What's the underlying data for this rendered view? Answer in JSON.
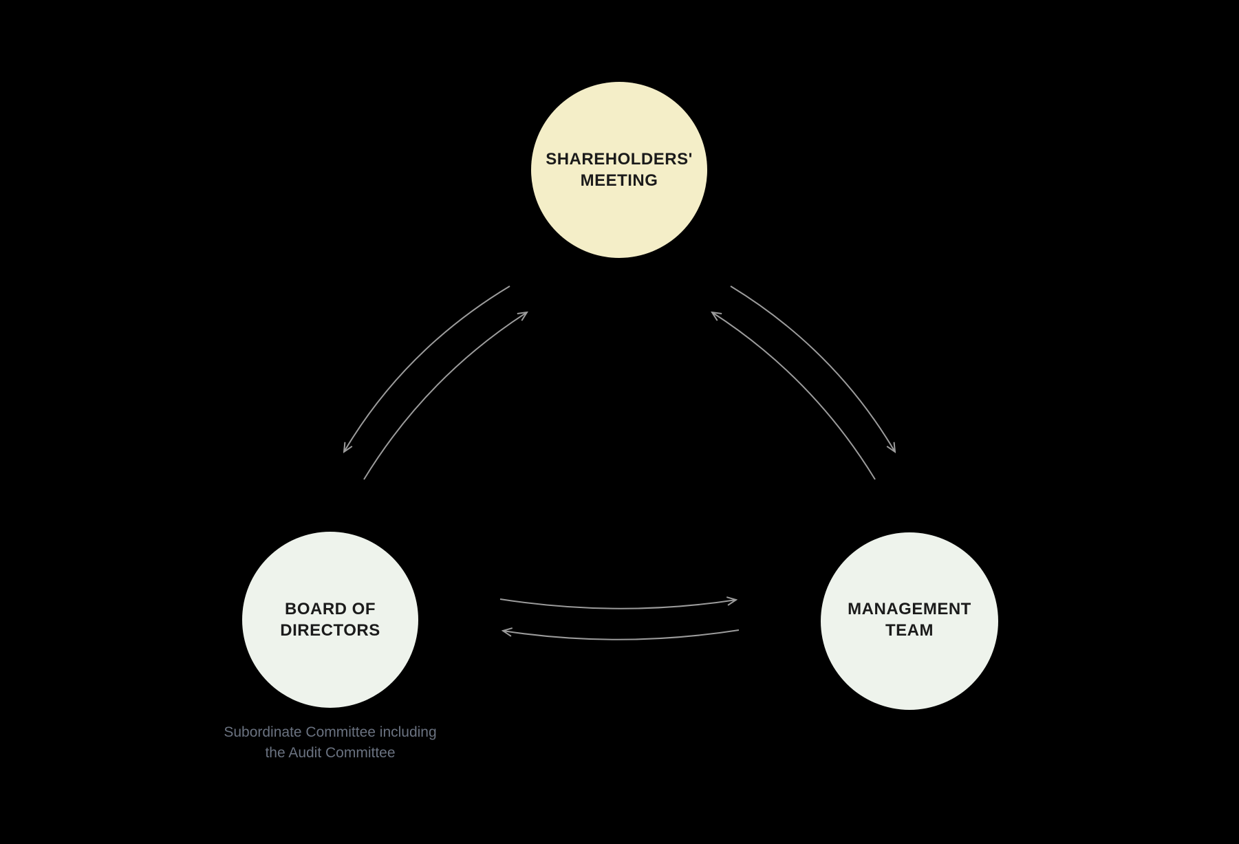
{
  "diagram": {
    "colors": {
      "background": "#000000",
      "shareholders_fill": "#f4eec8",
      "committee_fill": "#eef3ec",
      "node_text": "#1b1b1b",
      "arrow": "#9c9c9c",
      "caption_text": "#6a7280"
    },
    "nodes": {
      "shareholders": {
        "line1": "SHAREHOLDERS'",
        "line2": "MEETING"
      },
      "board": {
        "line1": "BOARD OF",
        "line2": "DIRECTORS"
      },
      "management": {
        "line1": "MANAGEMENT",
        "line2": "TEAM"
      }
    },
    "caption": {
      "line1": "Subordinate Committee including",
      "line2": "the Audit Committee"
    }
  }
}
